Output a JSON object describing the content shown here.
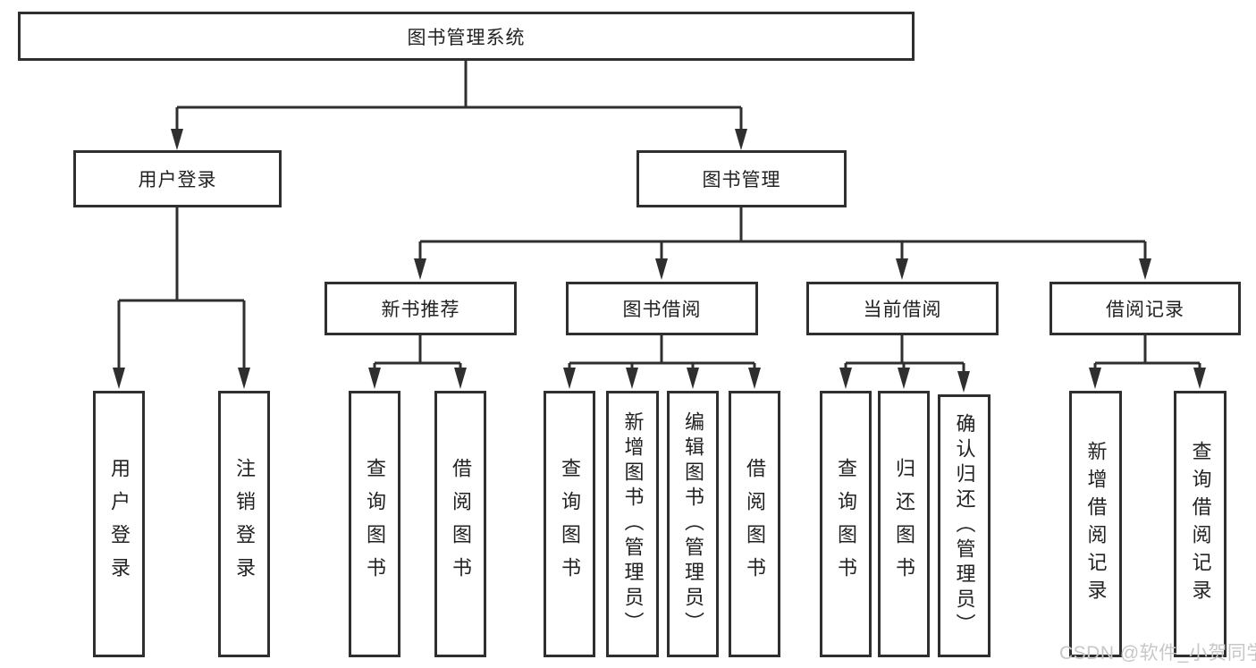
{
  "tree": {
    "root": {
      "label": "图书管理系统"
    },
    "branches": [
      {
        "label": "用户登录",
        "children": [
          {
            "label": "用户登录"
          },
          {
            "label": "注销登录"
          }
        ]
      },
      {
        "label": "图书管理",
        "children": [
          {
            "label": "新书推荐",
            "children": [
              {
                "label": "查询图书"
              },
              {
                "label": "借阅图书"
              }
            ]
          },
          {
            "label": "图书借阅",
            "children": [
              {
                "label": "查询图书"
              },
              {
                "label": "新增图书（管理员）"
              },
              {
                "label": "编辑图书（管理员）"
              },
              {
                "label": "借阅图书"
              }
            ]
          },
          {
            "label": "当前借阅",
            "children": [
              {
                "label": "查询图书"
              },
              {
                "label": "归还图书"
              },
              {
                "label": "确认归还（管理员）"
              }
            ]
          },
          {
            "label": "借阅记录",
            "children": [
              {
                "label": "新增借阅记录"
              },
              {
                "label": "查询借阅记录"
              }
            ]
          }
        ]
      }
    ]
  },
  "watermark": "CSDN @软件_小贺同学",
  "colors": {
    "line": "#2f2f2f",
    "text": "#222222",
    "background": "#ffffff",
    "watermark": "#c7c7ca"
  }
}
